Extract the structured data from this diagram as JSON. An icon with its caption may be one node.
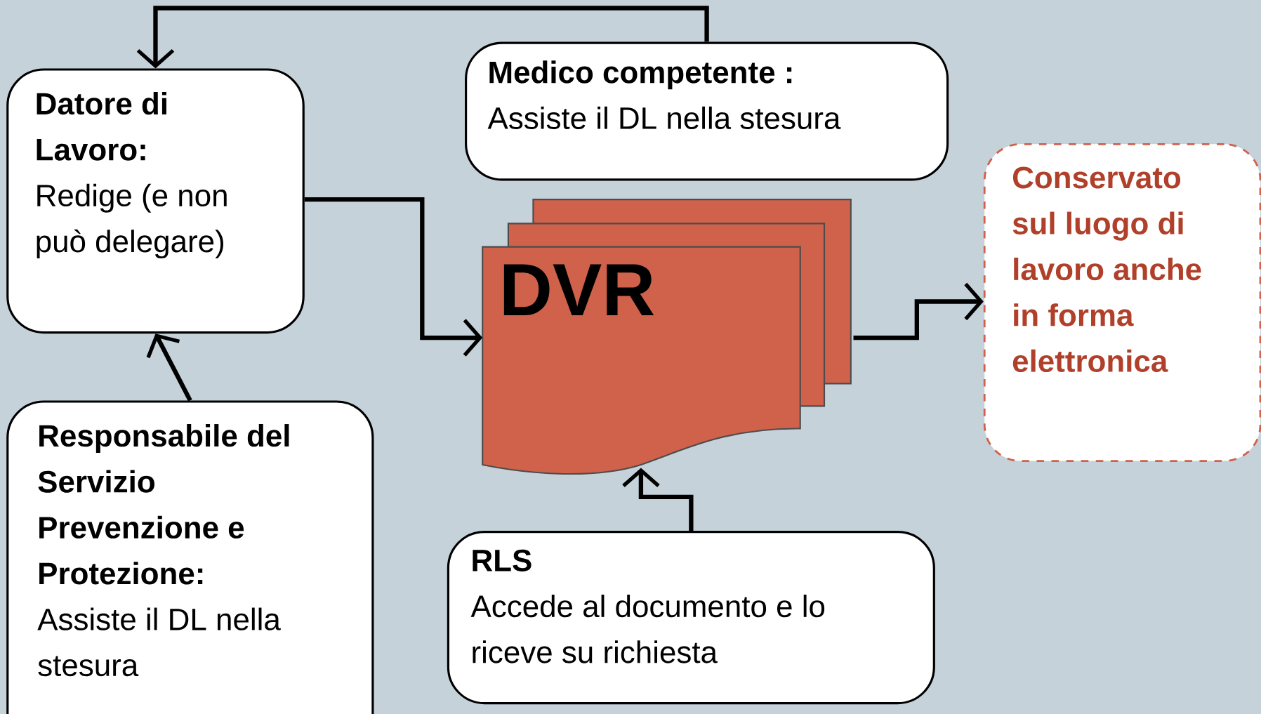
{
  "diagram": {
    "nodes": [
      {
        "text": [
          "Datore di Lavoro:",
          "Redige (e non può delegare)"
        ]
      },
      {
        "text": [
          "Medico competente :",
          "Assiste il DL nella stesura"
        ]
      },
      {
        "text": [
          "DVR"
        ]
      },
      {
        "text": [
          "Conservato sul luogo di lavoro anche in forma elettronica"
        ]
      },
      {
        "text": [
          "Responsabile del Servizio Prevenzione e Protezione:",
          "Assiste il DL nella stesura"
        ]
      },
      {
        "text": [
          "RLS",
          "Accede al documento e lo riceve su richiesta"
        ]
      }
    ],
    "edges": [
      {
        "from": 1,
        "to": 0,
        "arrow": "to"
      },
      {
        "from": 0,
        "to": 2,
        "arrow": "to"
      },
      {
        "from": 4,
        "to": 0,
        "arrow": "to"
      },
      {
        "from": 5,
        "to": 2,
        "arrow": "to"
      },
      {
        "from": 2,
        "to": 3,
        "arrow": "to"
      }
    ]
  }
}
